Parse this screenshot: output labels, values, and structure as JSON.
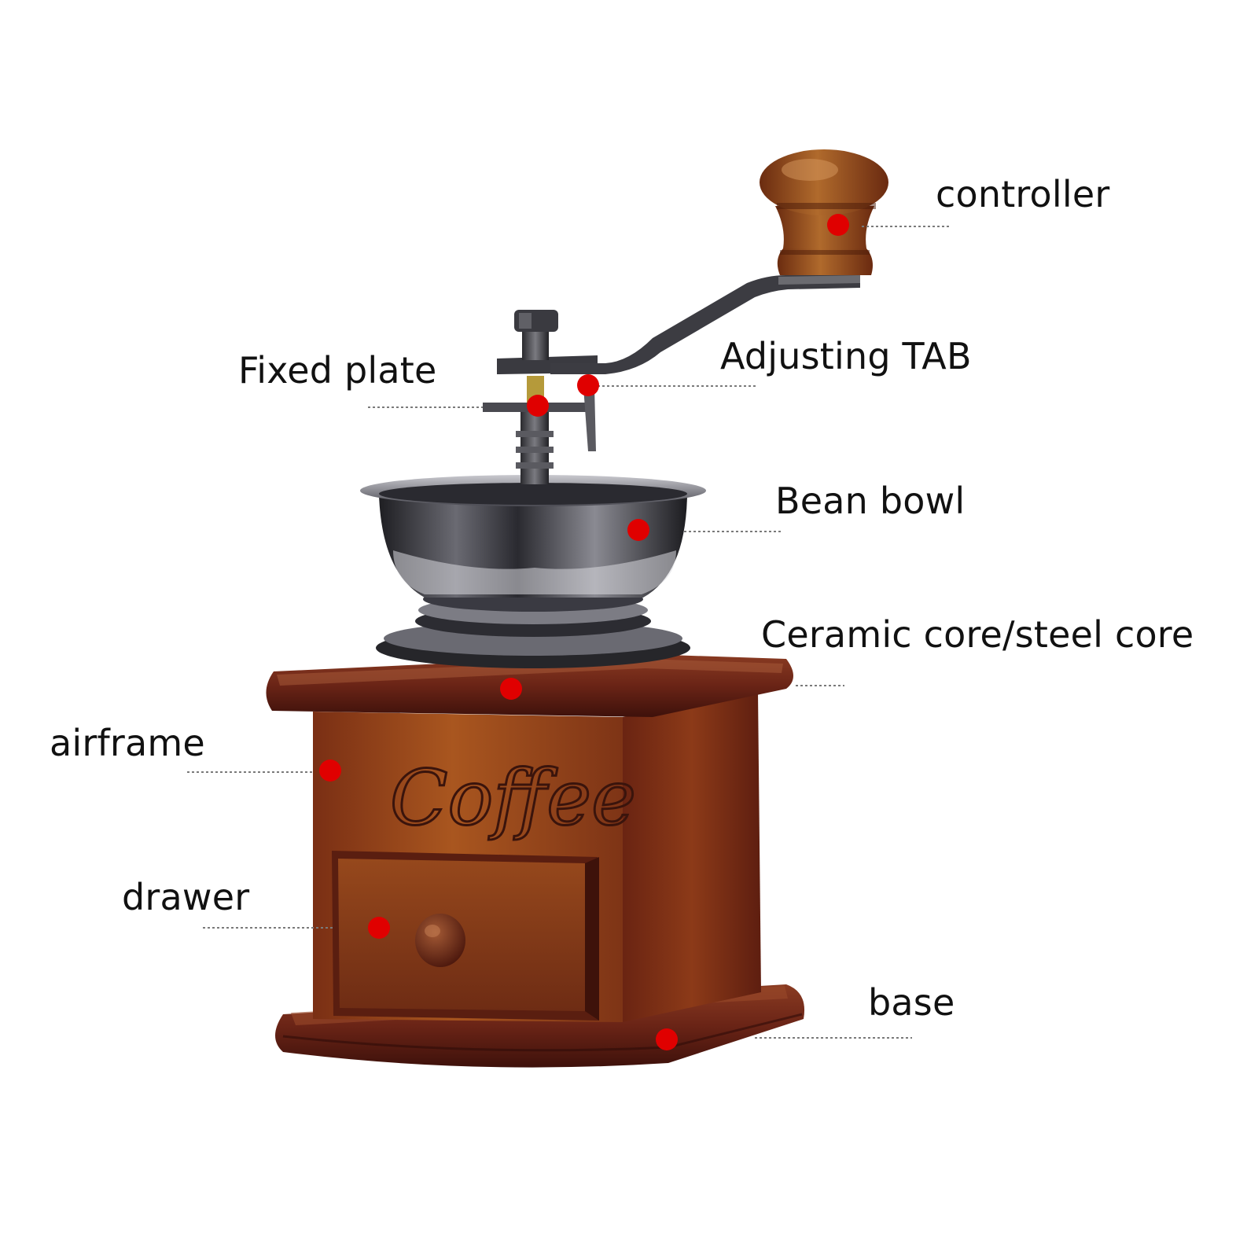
{
  "labels": {
    "controller": "controller",
    "adjusting_tab": "Adjusting TAB",
    "fixed_plate": "Fixed plate",
    "bean_bowl": "Bean bowl",
    "ceramic_core": "Ceramic core/steel core",
    "airframe": "airframe",
    "drawer": "drawer",
    "base": "base"
  },
  "embossed_text": "Coffee",
  "colors": {
    "marker": "#e00000",
    "leader": "#7a7a7a",
    "wood_light": "#a0501e",
    "wood_dark": "#5a1c10",
    "metal": "#3a3a40"
  }
}
